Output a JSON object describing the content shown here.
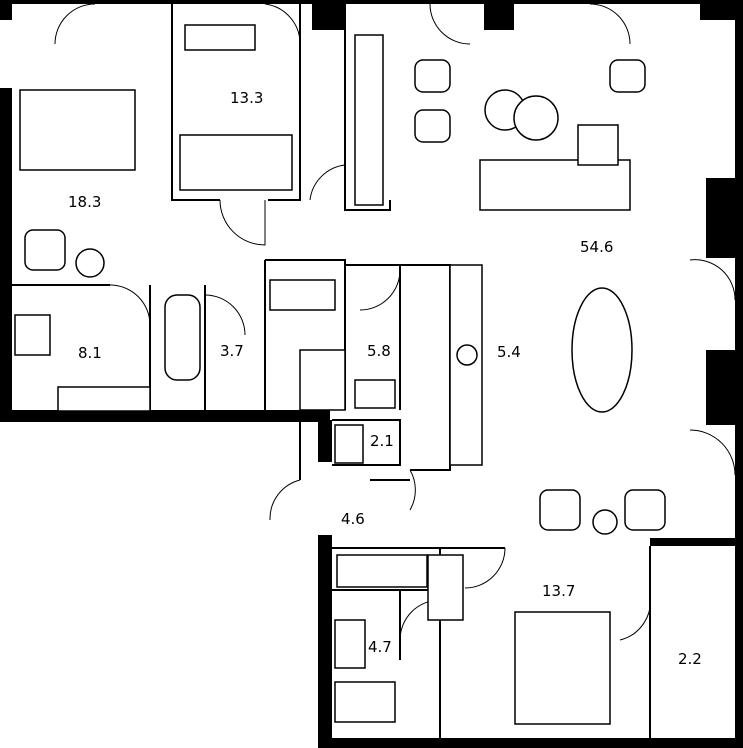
{
  "plan": {
    "rooms": [
      {
        "id": "bedroom-1",
        "area": "18.3"
      },
      {
        "id": "bedroom-2",
        "area": "13.3"
      },
      {
        "id": "living-room",
        "area": "54.6"
      },
      {
        "id": "bathroom-1",
        "area": "8.1"
      },
      {
        "id": "bathroom-2",
        "area": "3.7"
      },
      {
        "id": "laundry",
        "area": "5.8"
      },
      {
        "id": "kitchen",
        "area": "5.4"
      },
      {
        "id": "wc",
        "area": "2.1"
      },
      {
        "id": "hall",
        "area": "4.6"
      },
      {
        "id": "bedroom-3",
        "area": "13.7"
      },
      {
        "id": "bathroom-3",
        "area": "4.7"
      },
      {
        "id": "balcony",
        "area": "2.2"
      }
    ],
    "colors": {
      "wall": "#000000",
      "background": "#ffffff"
    }
  }
}
